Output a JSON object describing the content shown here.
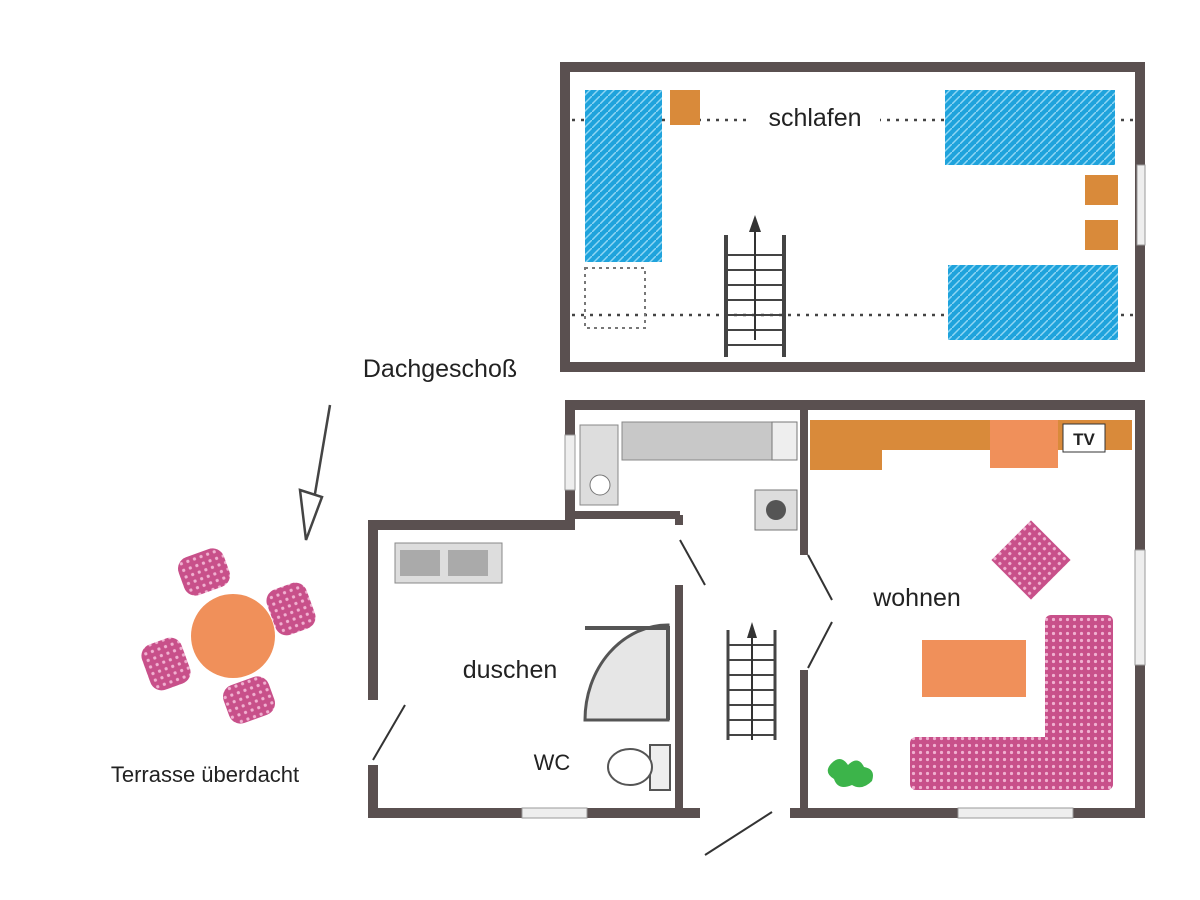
{
  "title": "",
  "floors": {
    "upper": {
      "name": "Dachgeschoß",
      "rooms": [
        {
          "label": "schlafen"
        }
      ]
    },
    "ground": {
      "rooms": [
        {
          "label": "wohnen"
        },
        {
          "label": "duschen"
        },
        {
          "label": "WC"
        }
      ],
      "tv_label": "TV"
    },
    "terrace": {
      "label": "Terrasse überdacht"
    }
  },
  "colors": {
    "wall": "#5a5050",
    "bed": "#1fa3dc",
    "wood": "#d98a3a",
    "sofa": "#c8508a",
    "table": "#f0905a",
    "plant": "#3cb44a",
    "fixture": "#9a9a9a"
  }
}
